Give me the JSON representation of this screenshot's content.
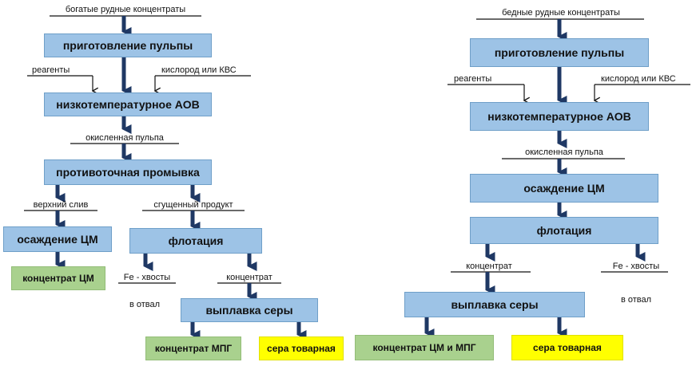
{
  "left": {
    "input": "богатые рудные концентраты",
    "pulp": "приготовление пульпы",
    "reagents": "реагенты",
    "oxygen": "кислород или КВС",
    "aob": "низкотемпературное АОВ",
    "oxidized": "окисленная пульпа",
    "washing": "противоточная промывка",
    "overflow": "верхний слив",
    "thickened": "сгущенный продукт",
    "precip": "осаждение ЦМ",
    "flotation": "флотация",
    "cm_conc": "концентрат ЦМ",
    "fe_tails": "Fe - хвосты",
    "concentrate": "концентрат",
    "dump": "в отвал",
    "sulfur_melt": "выплавка серы",
    "mpg_conc": "концентрат МПГ",
    "sulfur_comm": "сера товарная"
  },
  "right": {
    "input": "бедные рудные концентраты",
    "pulp": "приготовление пульпы",
    "reagents": "реагенты",
    "oxygen": "кислород или КВС",
    "aob": "низкотемпературное АОВ",
    "oxidized": "окисленная пульпа",
    "precip": "осаждение ЦМ",
    "flotation": "флотация",
    "concentrate": "концентрат",
    "fe_tails": "Fe - хвосты",
    "dump": "в отвал",
    "sulfur_melt": "выплавка серы",
    "cm_mpg_conc": "концентрат ЦМ и МПГ",
    "sulfur_comm": "сера товарная"
  },
  "colors": {
    "process_fill": "#9dc3e6",
    "product_green": "#a9d18e",
    "product_yellow": "#ffff00",
    "arrow": "#1f3864"
  }
}
